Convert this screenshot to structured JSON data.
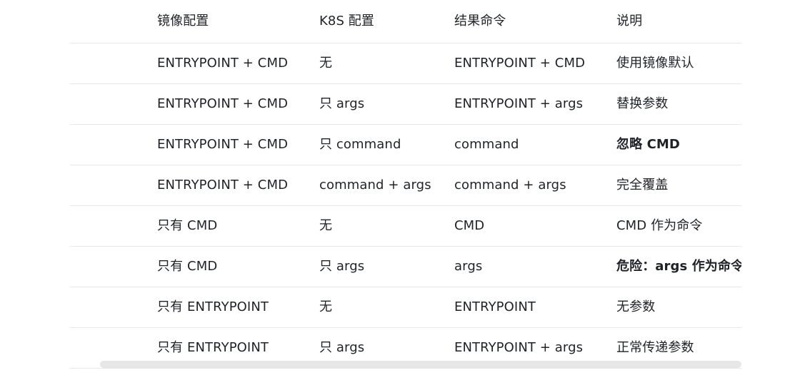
{
  "table": {
    "headers": [
      "镜像配置",
      "K8S 配置",
      "结果命令",
      "说明"
    ],
    "rows": [
      [
        "ENTRYPOINT + CMD",
        "无",
        "ENTRYPOINT + CMD",
        "使用镜像默认"
      ],
      [
        "ENTRYPOINT + CMD",
        "只 args",
        "ENTRYPOINT + args",
        "替换参数"
      ],
      [
        "ENTRYPOINT + CMD",
        "只 command",
        "command",
        "忽略 CMD"
      ],
      [
        "ENTRYPOINT + CMD",
        "command + args",
        "command + args",
        "完全覆盖"
      ],
      [
        "只有 CMD",
        "无",
        "CMD",
        "CMD 作为命令"
      ],
      [
        "只有 CMD",
        "只 args",
        "args",
        "危险：args 作为命令"
      ],
      [
        "只有 ENTRYPOINT",
        "无",
        "ENTRYPOINT",
        "无参数"
      ],
      [
        "只有 ENTRYPOINT",
        "只 args",
        "ENTRYPOINT + args",
        "正常传递参数"
      ]
    ]
  },
  "colors": {
    "divider": "#e7e7e7",
    "scrollbar": "#e7e7e7",
    "text": "#1f2328"
  }
}
